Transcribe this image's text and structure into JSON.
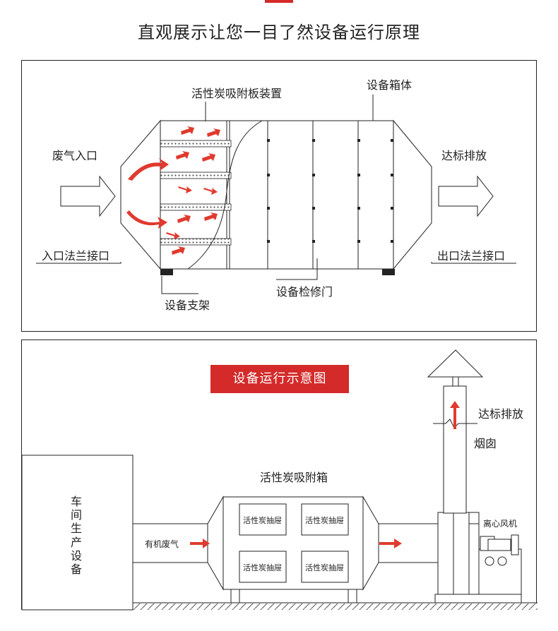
{
  "heading": "直观展示让您一目了然设备运行原理",
  "diagram_top": {
    "labels": {
      "activated_carbon_device": "活性炭吸附板装置",
      "housing": "设备箱体",
      "waste_gas_inlet": "废气入口",
      "discharge": "达标排放",
      "inlet_flange": "入口法兰接口",
      "outlet_flange": "出口法兰接口",
      "access_door": "设备检修门",
      "support": "设备支架"
    }
  },
  "diagram_bottom": {
    "banner": "设备运行示意图",
    "labels": {
      "discharge": "达标排放",
      "chimney": "烟囱",
      "adsorption_box": "活性炭吸附箱",
      "fan": "离心风机",
      "organic_gas": "有机废气",
      "workshop_chars": [
        "车",
        "间",
        "生",
        "产",
        "设",
        "备"
      ],
      "drawers": [
        "活性炭抽屉",
        "活性炭抽屉",
        "活性炭抽屉",
        "活性炭抽屉"
      ]
    }
  },
  "colors": {
    "accent": "#d42a2a",
    "line": "#222222"
  }
}
